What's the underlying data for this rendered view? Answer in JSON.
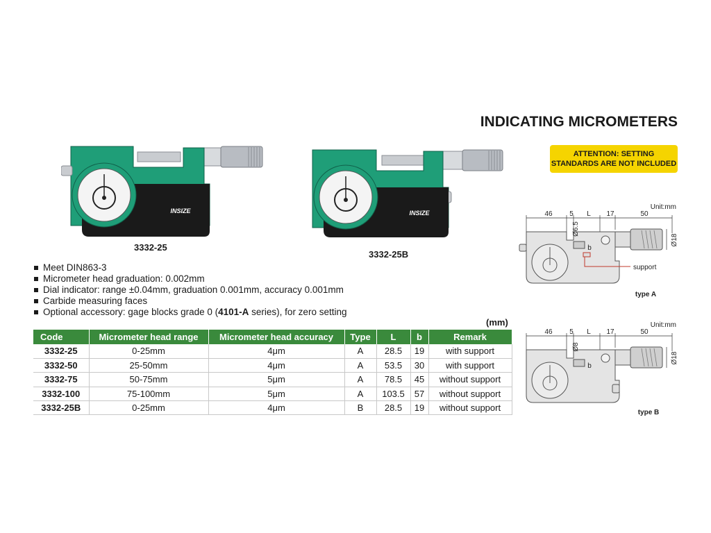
{
  "title": "INDICATING MICROMETERS",
  "attention": {
    "line1": "ATTENTION: SETTING",
    "line2": "STANDARDS ARE NOT INCLUDED"
  },
  "products": [
    {
      "model": "3332-25",
      "brand": "INSIZE"
    },
    {
      "model": "3332-25B",
      "brand": "INSIZE"
    }
  ],
  "features": [
    {
      "text": "Meet DIN863-3"
    },
    {
      "text": "Micrometer head graduation: 0.002mm"
    },
    {
      "text": "Dial indicator: range ±0.04mm, graduation 0.001mm, accuracy 0.001mm"
    },
    {
      "text": "Carbide measuring faces"
    },
    {
      "pre": "Optional accessory: gage blocks grade 0 (",
      "bold": "4101-A",
      "post": " series), for zero setting"
    }
  ],
  "table": {
    "unit": "(mm)",
    "headers": [
      "Code",
      "Micrometer head range",
      "Micrometer head accuracy",
      "Type",
      "L",
      "b",
      "Remark"
    ],
    "rows": [
      [
        "3332-25",
        "0-25mm",
        "4μm",
        "A",
        "28.5",
        "19",
        "with support"
      ],
      [
        "3332-50",
        "25-50mm",
        "4μm",
        "A",
        "53.5",
        "30",
        "with support"
      ],
      [
        "3332-75",
        "50-75mm",
        "5μm",
        "A",
        "78.5",
        "45",
        "without support"
      ],
      [
        "3332-100",
        "75-100mm",
        "5μm",
        "A",
        "103.5",
        "57",
        "without support"
      ],
      [
        "3332-25B",
        "0-25mm",
        "4μm",
        "B",
        "28.5",
        "19",
        "without support"
      ]
    ]
  },
  "diagrams": [
    {
      "unit": "Unit:mm",
      "dims": [
        "46",
        "5",
        "L",
        "17",
        "50"
      ],
      "dia_small": "Ø6.5",
      "dia_head": "Ø18",
      "b_label": "b",
      "support_label": "support",
      "type_label": "type A"
    },
    {
      "unit": "Unit:mm",
      "dims": [
        "46",
        "5",
        "L",
        "17",
        "50"
      ],
      "dia_small": "Ø8",
      "dia_head": "Ø18",
      "b_label": "b",
      "type_label": "type B"
    }
  ],
  "colors": {
    "green": "#3a8a3c",
    "yellow": "#f5d400",
    "body_green": "#1f9e78"
  }
}
